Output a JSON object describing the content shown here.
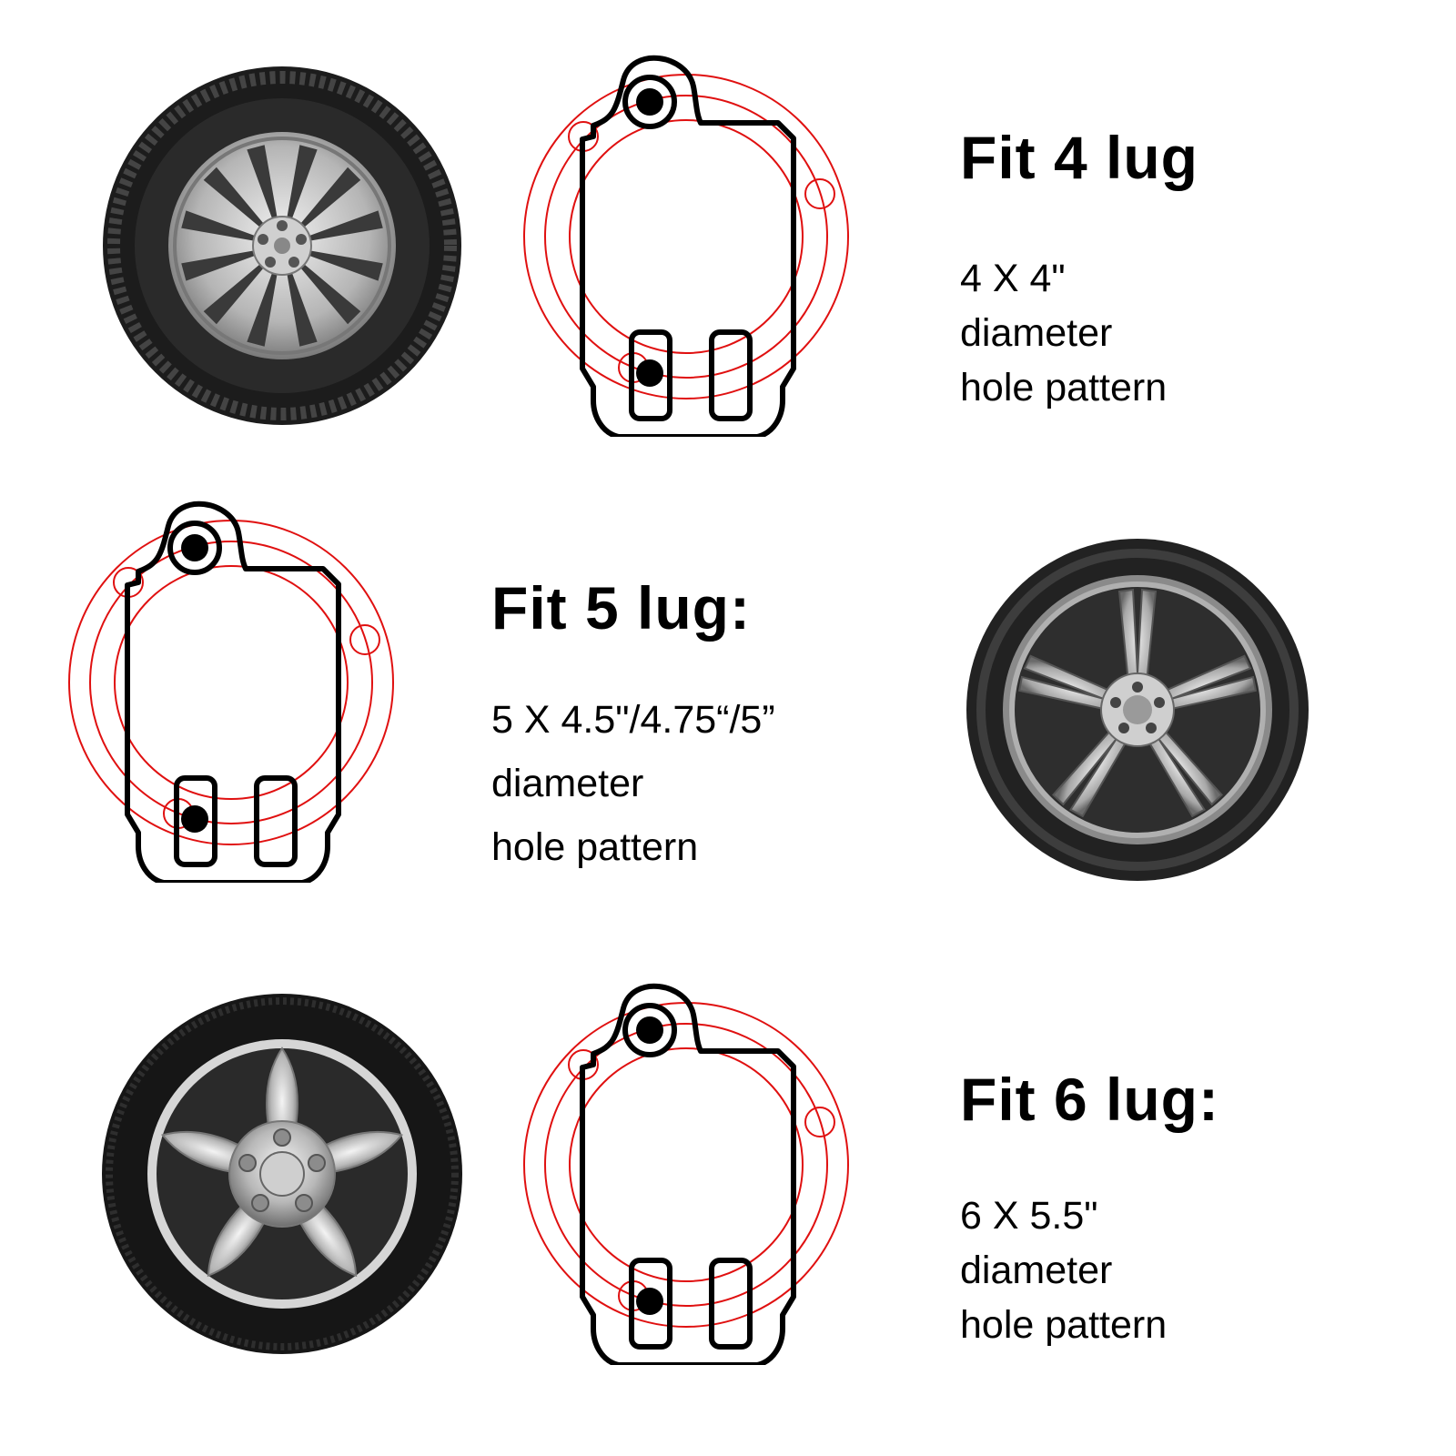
{
  "colors": {
    "plate_outline": "#000000",
    "bolt_circle": "#e01010",
    "tire_rubber": "#1c1c1c",
    "rim_metal": "#c8c8c8"
  },
  "sections": [
    {
      "heading": "Fit 4 lug",
      "line1": "4 X 4\"",
      "line2": "diameter",
      "line3": "hole pattern",
      "wheel_icon": "tire-wheel-multispoke-icon",
      "plate_icon": "bolt-pattern-plate-icon"
    },
    {
      "heading": "Fit 5 lug:",
      "line1": "5 X 4.5\"/4.75“/5”",
      "line2": "diameter",
      "line3": "hole pattern",
      "wheel_icon": "tire-wheel-five-spoke-icon",
      "plate_icon": "bolt-pattern-plate-icon"
    },
    {
      "heading": "Fit 6 lug:",
      "line1": "6 X 5.5\"",
      "line2": "diameter",
      "line3": "hole pattern",
      "wheel_icon": "tire-wheel-five-lug-icon",
      "plate_icon": "bolt-pattern-plate-icon"
    }
  ]
}
